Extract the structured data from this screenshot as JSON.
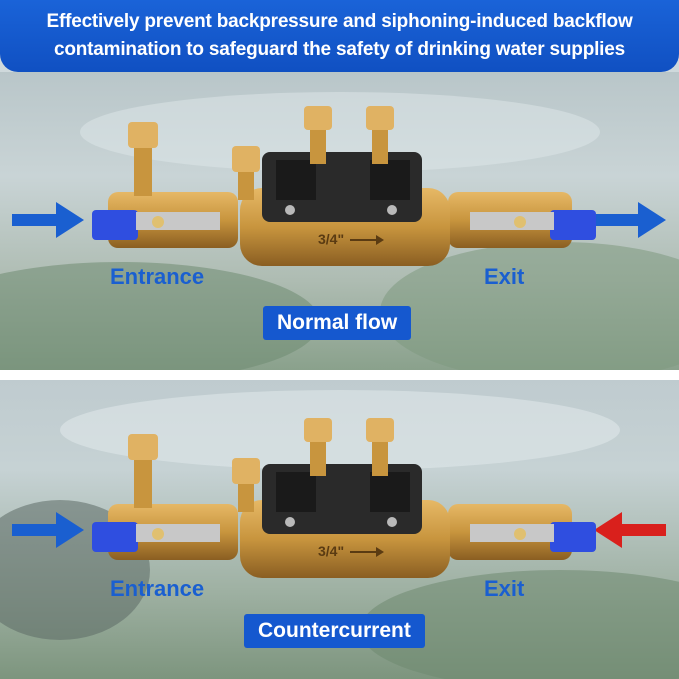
{
  "banner": {
    "text": "Effectively prevent backpressure and siphoning-induced backflow\ncontamination to safeguard the safety of drinking water supplies"
  },
  "panels": [
    {
      "entrance_label": "Entrance",
      "exit_label": "Exit",
      "mode_label": "Normal flow",
      "size_marking": "3/4\"",
      "exit_arrow_direction": "outward",
      "exit_arrow_color": "#1a5fd0"
    },
    {
      "entrance_label": "Entrance",
      "exit_label": "Exit",
      "mode_label": "Countercurrent",
      "size_marking": "3/4\"",
      "exit_arrow_direction": "inward",
      "exit_arrow_color": "#d9201c"
    }
  ],
  "colors": {
    "accent_blue": "#1558cf",
    "arrow_blue": "#1a5fd0",
    "arrow_red": "#d9201c",
    "brass": "#c8953e",
    "handle_blue": "#2f4ee0"
  }
}
